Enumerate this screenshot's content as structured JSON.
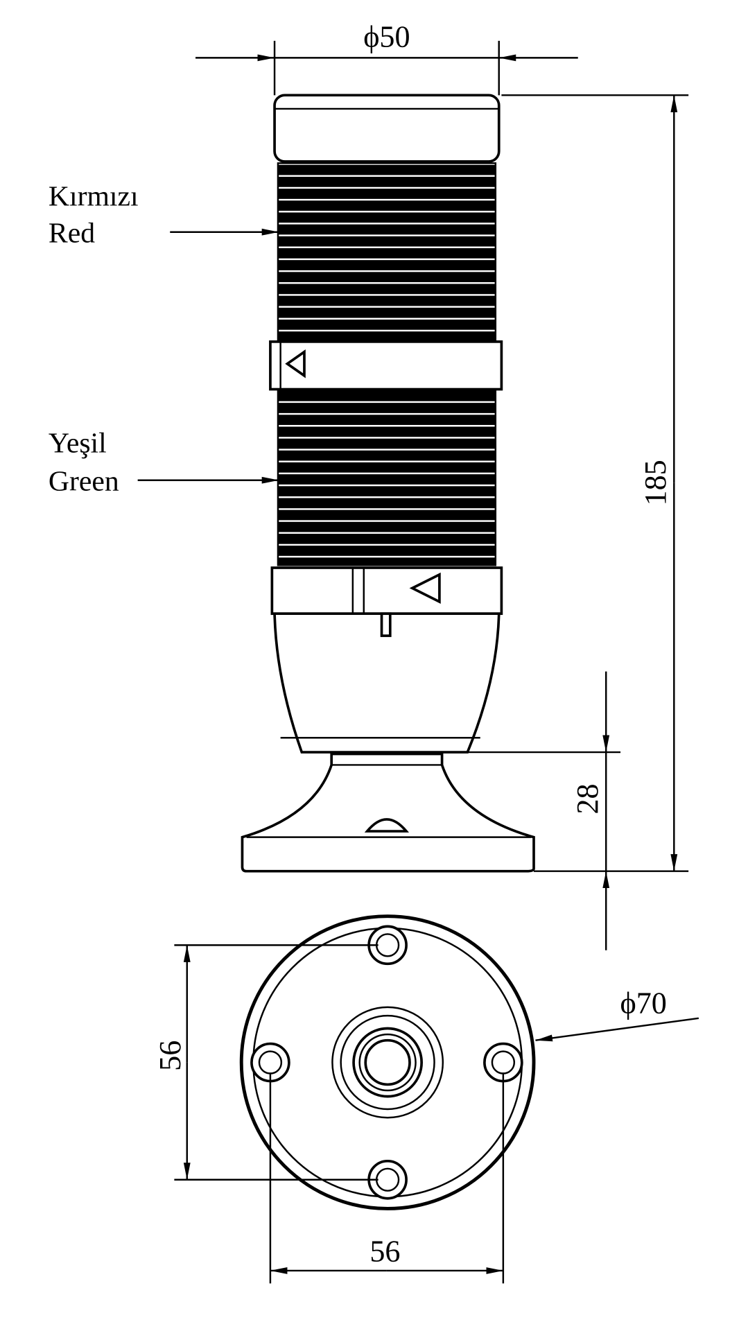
{
  "title": "Signal tower dimension drawing",
  "dimensions": {
    "top_diameter": "ϕ50",
    "total_height": "185",
    "base_height": "28",
    "base_diameter": "ϕ70",
    "hole_spacing_vertical": "56",
    "hole_spacing_horizontal": "56"
  },
  "modules": [
    {
      "label_tr": "Kırmızı",
      "label_en": "Red",
      "color": "#000000"
    },
    {
      "label_tr": "Yeşil",
      "label_en": "Green",
      "color": "#000000"
    }
  ]
}
